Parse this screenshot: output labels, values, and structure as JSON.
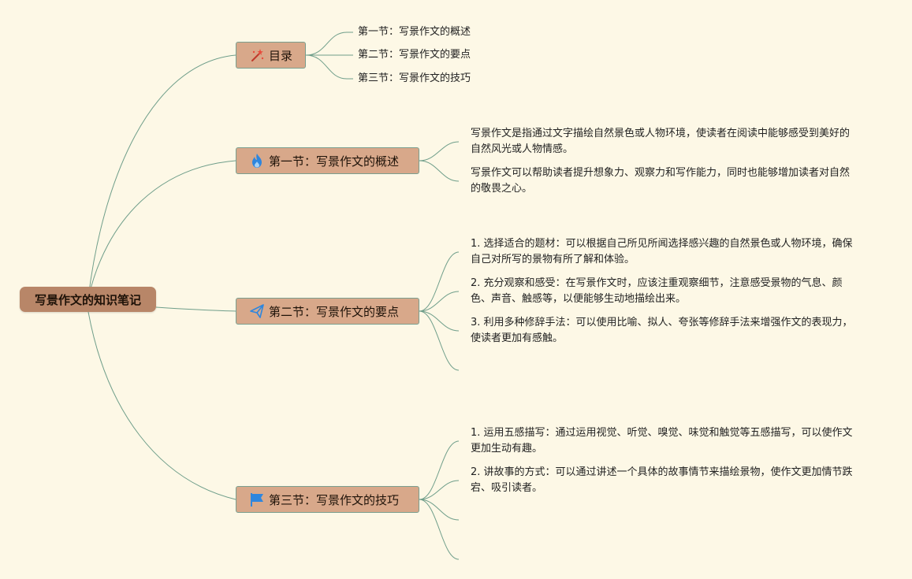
{
  "root": {
    "label": "写景作文的知识笔记"
  },
  "toc": {
    "label": "目录",
    "icon": "magic-wand-icon",
    "items": [
      "第一节：写景作文的概述",
      "第二节：写景作文的要点",
      "第三节：写景作文的技巧"
    ]
  },
  "section1": {
    "label": "第一节：写景作文的概述",
    "icon": "flame-icon",
    "items": [
      "写景作文是指通过文字描绘自然景色或人物环境，使读者在阅读中能够感受到美好的自然风光或人物情感。",
      "写景作文可以帮助读者提升想象力、观察力和写作能力，同时也能够增加读者对自然的敬畏之心。"
    ]
  },
  "section2": {
    "label": "第二节：写景作文的要点",
    "icon": "paper-plane-icon",
    "items": [
      "1. 选择适合的题材：可以根据自己所见所闻选择感兴趣的自然景色或人物环境，确保自己对所写的景物有所了解和体验。",
      "2. 充分观察和感受：在写景作文时，应该注重观察细节，注意感受景物的气息、颜色、声音、触感等，以便能够生动地描绘出来。",
      "3. 利用多种修辞手法：可以使用比喻、拟人、夸张等修辞手法来增强作文的表现力，使读者更加有感触。"
    ]
  },
  "section3": {
    "label": "第三节：写景作文的技巧",
    "icon": "flag-icon",
    "items": [
      "1. 运用五感描写：通过运用视觉、听觉、嗅觉、味觉和触觉等五感描写，可以使作文更加生动有趣。",
      "2. 讲故事的方式：可以通过讲述一个具体的故事情节来描绘景物，使作文更加情节跌宕、吸引读者。"
    ]
  },
  "colors": {
    "background": "#fdf8e6",
    "root_fill": "#b88668",
    "branch_fill": "#d8a88a",
    "connector": "#6f9e8a"
  }
}
